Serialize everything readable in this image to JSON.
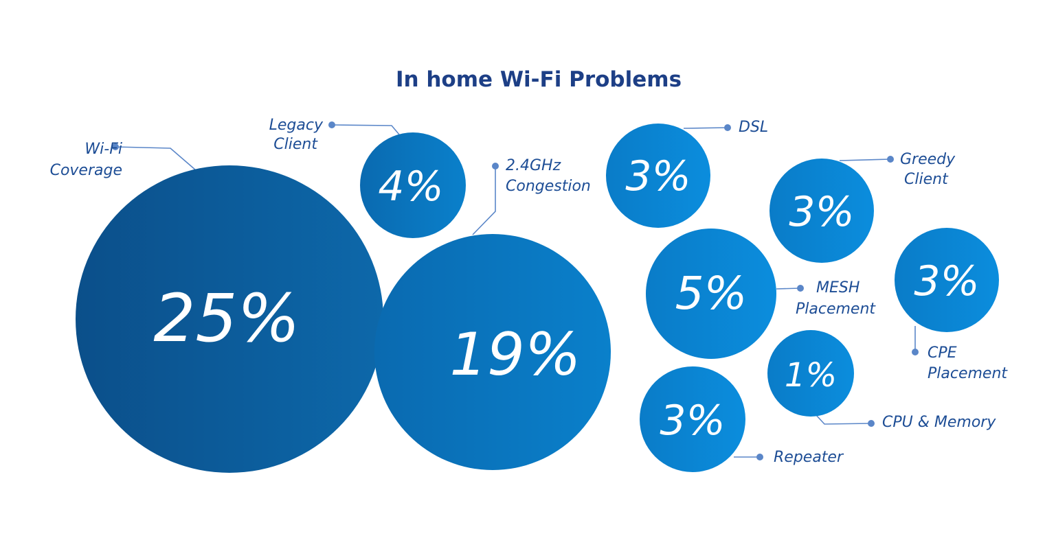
{
  "chart_data": {
    "type": "bubble",
    "title": "In home Wi-Fi Problems",
    "unit": "%",
    "items": [
      {
        "id": "wifi-coverage",
        "label_lines": [
          "Wi-Fi",
          "Coverage"
        ],
        "value": 25,
        "value_label": "25%"
      },
      {
        "id": "legacy-client",
        "label_lines": [
          "Legacy",
          "Client"
        ],
        "value": 4,
        "value_label": "4%"
      },
      {
        "id": "congestion-24ghz",
        "label_lines": [
          "2.4GHz",
          "Congestion"
        ],
        "value": 19,
        "value_label": "19%"
      },
      {
        "id": "dsl",
        "label_lines": [
          "DSL"
        ],
        "value": 3,
        "value_label": "3%"
      },
      {
        "id": "greedy-client",
        "label_lines": [
          "Greedy",
          "Client"
        ],
        "value": 3,
        "value_label": "3%"
      },
      {
        "id": "mesh-placement",
        "label_lines": [
          "MESH",
          "Placement"
        ],
        "value": 5,
        "value_label": "5%"
      },
      {
        "id": "cpe-placement",
        "label_lines": [
          "CPE",
          "Placement"
        ],
        "value": 3,
        "value_label": "3%"
      },
      {
        "id": "cpu-memory",
        "label_lines": [
          "CPU & Memory"
        ],
        "value": 1,
        "value_label": "1%"
      },
      {
        "id": "repeater",
        "label_lines": [
          "Repeater"
        ],
        "value": 3,
        "value_label": "3%"
      }
    ],
    "colors": {
      "bubble_dark": "#0d5d9e",
      "bubble_mid": "#0a73bd",
      "bubble_light": "#0b86d6",
      "label": "#1d4d95",
      "title": "#1d3f86",
      "leader": "#5a86c8"
    }
  }
}
